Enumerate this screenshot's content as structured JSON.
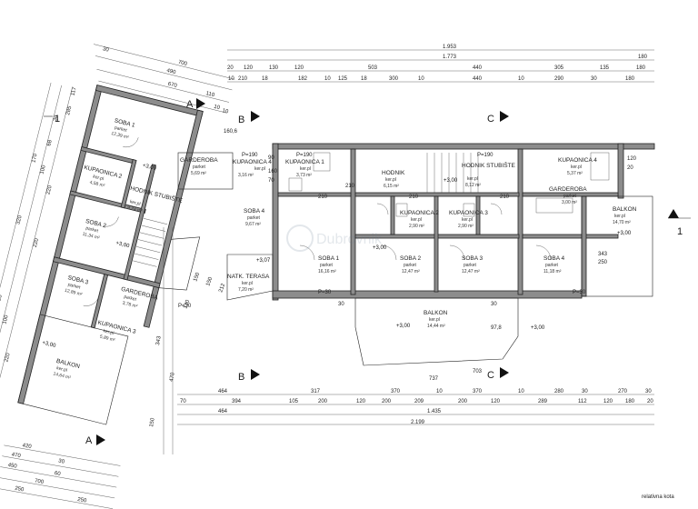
{
  "right_rooms": [
    {
      "id": "kup4a",
      "name": "KUPAONICA 4",
      "sub1": "ker.pl",
      "sub2": "3,16 m²"
    },
    {
      "id": "kup1",
      "name": "KUPAONICA 1",
      "sub1": "ker.pl",
      "sub2": "3,73 m²"
    },
    {
      "id": "soba4r",
      "name": "SOBA 4",
      "sub1": "parket",
      "sub2": "9,67 m²"
    },
    {
      "id": "soba1r",
      "name": "SOBA 1",
      "sub1": "parket",
      "sub2": "16,16 m²"
    },
    {
      "id": "hodnik",
      "name": "HODNIK",
      "sub1": "ker.pl",
      "sub2": "6,15 m²"
    },
    {
      "id": "hodstub",
      "name": "HODNIK STUBIŠTE",
      "sub1": "ker.pl",
      "sub2": "8,12 m²"
    },
    {
      "id": "kup2",
      "name": "KUPAONICA 2",
      "sub1": "ker.pl",
      "sub2": "2,90 m²"
    },
    {
      "id": "kup3",
      "name": "KUPAONICA 3",
      "sub1": "ker.pl",
      "sub2": "2,90 m²"
    },
    {
      "id": "soba2r",
      "name": "SOBA 2",
      "sub1": "parket",
      "sub2": "12,47 m²"
    },
    {
      "id": "soba3r",
      "name": "SOBA 3",
      "sub1": "parket",
      "sub2": "12,47 m²"
    },
    {
      "id": "kup4b",
      "name": "KUPAONICA 4",
      "sub1": "ker.pl",
      "sub2": "5,37 m²"
    },
    {
      "id": "gard1",
      "name": "GARDEROBA",
      "sub1": "parket",
      "sub2": "3,00 m²"
    },
    {
      "id": "balkonR",
      "name": "BALKON",
      "sub1": "ker.pl",
      "sub2": "14,70 m²"
    },
    {
      "id": "soba4b",
      "name": "SOBA 4",
      "sub1": "parket",
      "sub2": "11,18 m²"
    },
    {
      "id": "balkonC",
      "name": "BALKON",
      "sub1": "ker.pl",
      "sub2": "14,44 m²"
    },
    {
      "id": "terasa",
      "name": "NATK. TERASA",
      "sub1": "ker.pl",
      "sub2": "7,20 m²"
    },
    {
      "id": "gard2",
      "name": "GARDEROBA",
      "sub1": "parket",
      "sub2": "5,69 m²"
    }
  ],
  "left_rooms": [
    {
      "id": "lsoba1",
      "name": "SOBA 1",
      "sub1": "parket",
      "sub2": "12,39 m²"
    },
    {
      "id": "lkup2",
      "name": "KUPAONICA 2",
      "sub1": "ker.pl",
      "sub2": "4,58 m²"
    },
    {
      "id": "lhod",
      "name": "HODNIK STUBIŠTE",
      "sub1": "ker.pl",
      "sub2": "9,24 m²"
    },
    {
      "id": "lsoba2",
      "name": "SOBA 2",
      "sub1": "parket",
      "sub2": "11,34 m²"
    },
    {
      "id": "lsoba3",
      "name": "SOBA 3",
      "sub1": "parket",
      "sub2": "12,89 m²"
    },
    {
      "id": "lgard",
      "name": "GARDEROBA",
      "sub1": "parket",
      "sub2": "3,78 m²"
    },
    {
      "id": "lkup3",
      "name": "KUPAONICA 3",
      "sub1": "ker.pl",
      "sub2": "5,89 m²"
    },
    {
      "id": "lbalkon",
      "name": "BALKON",
      "sub1": "ker.pl",
      "sub2": "14,64 m²"
    }
  ],
  "levels": [
    "+3,00",
    "+3,00",
    "+3,00",
    "+3,00",
    "+3,00",
    "+3,00",
    "+3,07",
    "+3,00",
    "+3,00"
  ],
  "section_marks": [
    "A",
    "A",
    "B",
    "B",
    "C",
    "C",
    "1",
    "1"
  ],
  "top_dims": {
    "total": "1.953",
    "sub": "1.773",
    "right_end": "180",
    "row1": [
      "20",
      "120",
      "130",
      "120",
      "503",
      "440",
      "305",
      "135",
      "180"
    ],
    "row2": [
      "10",
      "210",
      "18",
      "182",
      "10",
      "125",
      "18",
      "300",
      "10",
      "440",
      "10",
      "290",
      "30",
      "180"
    ],
    "left_top": [
      "700",
      "490",
      "670",
      "30",
      "110",
      "10",
      "10"
    ]
  },
  "bottom_dims": {
    "row1": [
      "464",
      "317",
      "370",
      "10",
      "370",
      "10",
      "280",
      "30",
      "270",
      "30"
    ],
    "row2": [
      "70",
      "394",
      "105",
      "200",
      "120",
      "200",
      "209",
      "200",
      "120",
      "289",
      "112",
      "120",
      "180",
      "20"
    ],
    "row3": [
      "464",
      "1.435"
    ],
    "total": "2.199",
    "left": [
      "420",
      "30",
      "470",
      "450",
      "60",
      "700",
      "250",
      "250"
    ],
    "balkon": [
      "737",
      "703",
      "97,8"
    ],
    "small": [
      "30",
      "30"
    ],
    "side_vert": [
      "150",
      "150",
      "130",
      "470",
      "343",
      "212",
      "150"
    ]
  },
  "inner_dims": [
    "160,6",
    "P=190",
    "P=190",
    "P=190",
    "P=30",
    "P=30",
    "P=30",
    "343",
    "250",
    "120",
    "20",
    "210",
    "210",
    "210",
    "210",
    "90",
    "160",
    "70"
  ],
  "left_vert": [
    "285",
    "117",
    "30",
    "68",
    "170",
    "100",
    "220",
    "320",
    "220",
    "320",
    "100",
    "220",
    "180"
  ],
  "watermark": "Dubrovnik",
  "caption": "relativna kota",
  "colors": {
    "wall": "#8c8c8c",
    "line": "#222222",
    "bg": "#ffffff"
  }
}
